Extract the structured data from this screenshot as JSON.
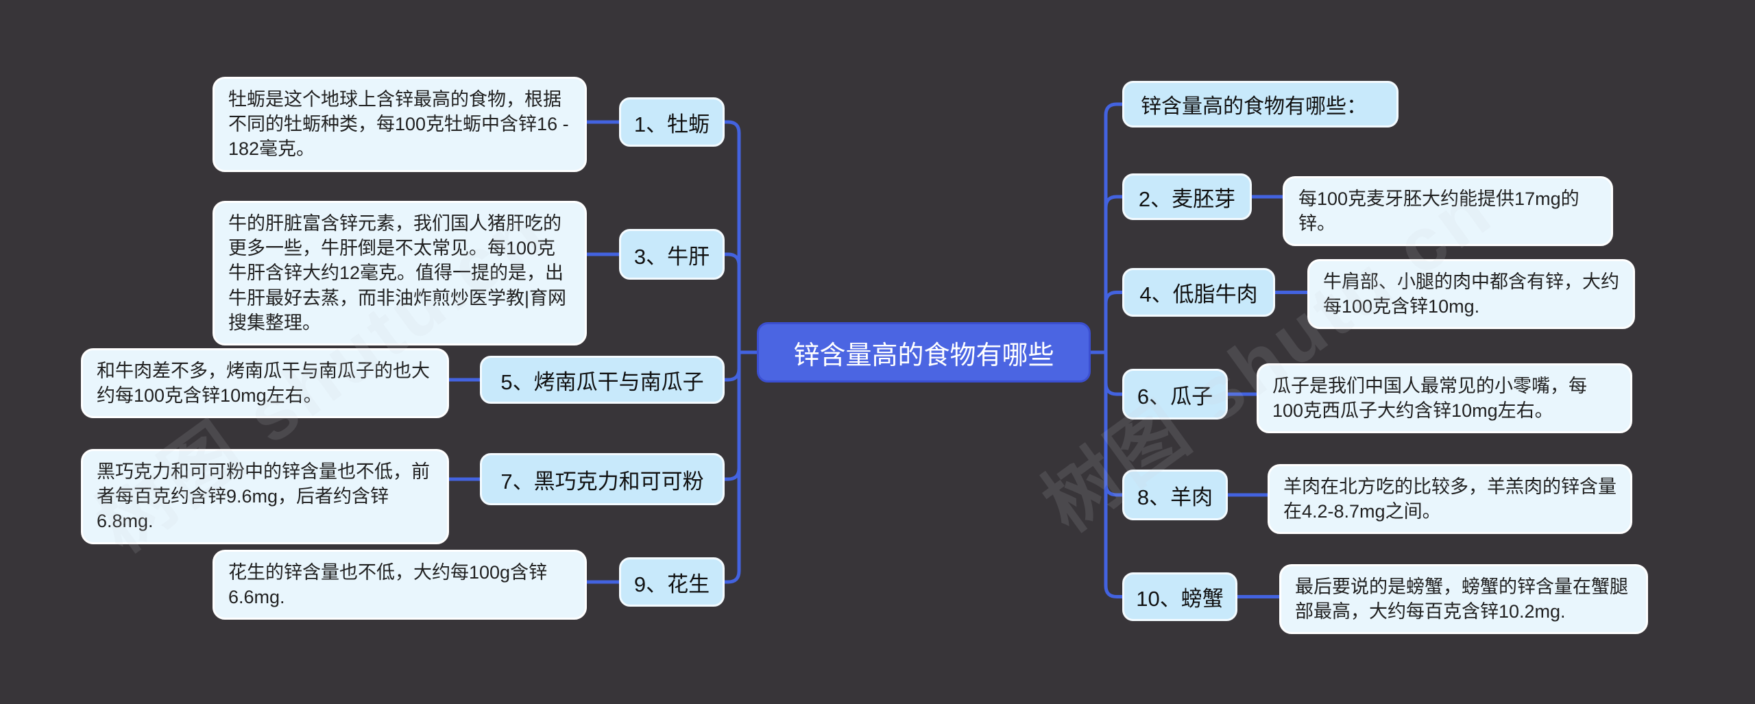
{
  "central": {
    "label": "锌含量高的食物有哪些"
  },
  "right_title": {
    "label": "锌含量高的食物有哪些："
  },
  "left_branches": [
    {
      "topic": "1、牡蛎",
      "note": "牡蛎是这个地球上含锌最高的食物，根据不同的牡蛎种类，每100克牡蛎中含锌16 - 182毫克。"
    },
    {
      "topic": "3、牛肝",
      "note": "牛的肝脏富含锌元素，我们国人猪肝吃的更多一些，牛肝倒是不太常见。每100克牛肝含锌大约12毫克。值得一提的是，出牛肝最好去蒸，而非油炸煎炒医学教|育网搜集整理。"
    },
    {
      "topic": "5、烤南瓜干与南瓜子",
      "note": "和牛肉差不多，烤南瓜干与南瓜子的也大约每100克含锌10mg左右。"
    },
    {
      "topic": "7、黑巧克力和可可粉",
      "note": "黑巧克力和可可粉中的锌含量也不低，前者每百克约含锌9.6mg，后者约含锌6.8mg."
    },
    {
      "topic": "9、花生",
      "note": "花生的锌含量也不低，大约每100g含锌6.6mg."
    }
  ],
  "right_branches": [
    {
      "topic": "2、麦胚芽",
      "note": "每100克麦牙胚大约能提供17mg的锌。"
    },
    {
      "topic": "4、低脂牛肉",
      "note": "牛肩部、小腿的肉中都含有锌，大约每100克含锌10mg."
    },
    {
      "topic": "6、瓜子",
      "note": "瓜子是我们中国人最常见的小零嘴，每100克西瓜子大约含锌10mg左右。"
    },
    {
      "topic": "8、羊肉",
      "note": "羊肉在北方吃的比较多，羊羔肉的锌含量在4.2-8.7mg之间。"
    },
    {
      "topic": "10、螃蟹",
      "note": "最后要说的是螃蟹，螃蟹的锌含量在蟹腿部最高，大约每百克含锌10.2mg."
    }
  ],
  "watermark": {
    "text": "树图 shutu.cn"
  },
  "colors": {
    "background": "#383539",
    "central_fill": "#4b65e2",
    "topic_fill": "#c8e9fb",
    "note_fill": "#e9f6fd",
    "connector": "#4363e0"
  }
}
